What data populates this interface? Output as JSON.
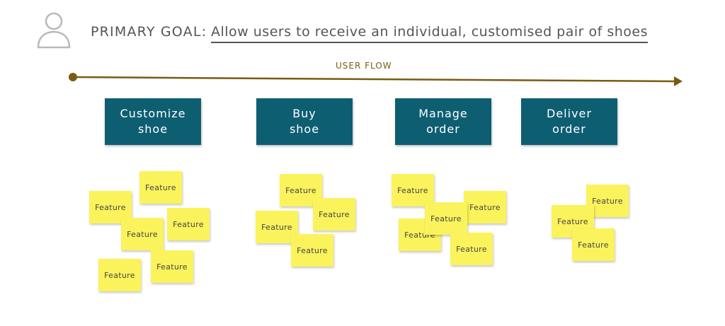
{
  "goal": {
    "label": "PRIMARY GOAL:",
    "text": "Allow users to receive an individual, customised pair of shoes"
  },
  "flow": {
    "label": "USER FLOW",
    "color": "#7a5b12"
  },
  "steps": [
    {
      "label": "Customize\nshoe"
    },
    {
      "label": "Buy\nshoe"
    },
    {
      "label": "Manage\norder"
    },
    {
      "label": "Deliver\norder"
    }
  ],
  "feature_label": "Feature",
  "colors": {
    "step_box": "#0e5e72",
    "sticky_note": "#fbf35b",
    "text": "#555555"
  },
  "icons": [
    "user-icon"
  ]
}
